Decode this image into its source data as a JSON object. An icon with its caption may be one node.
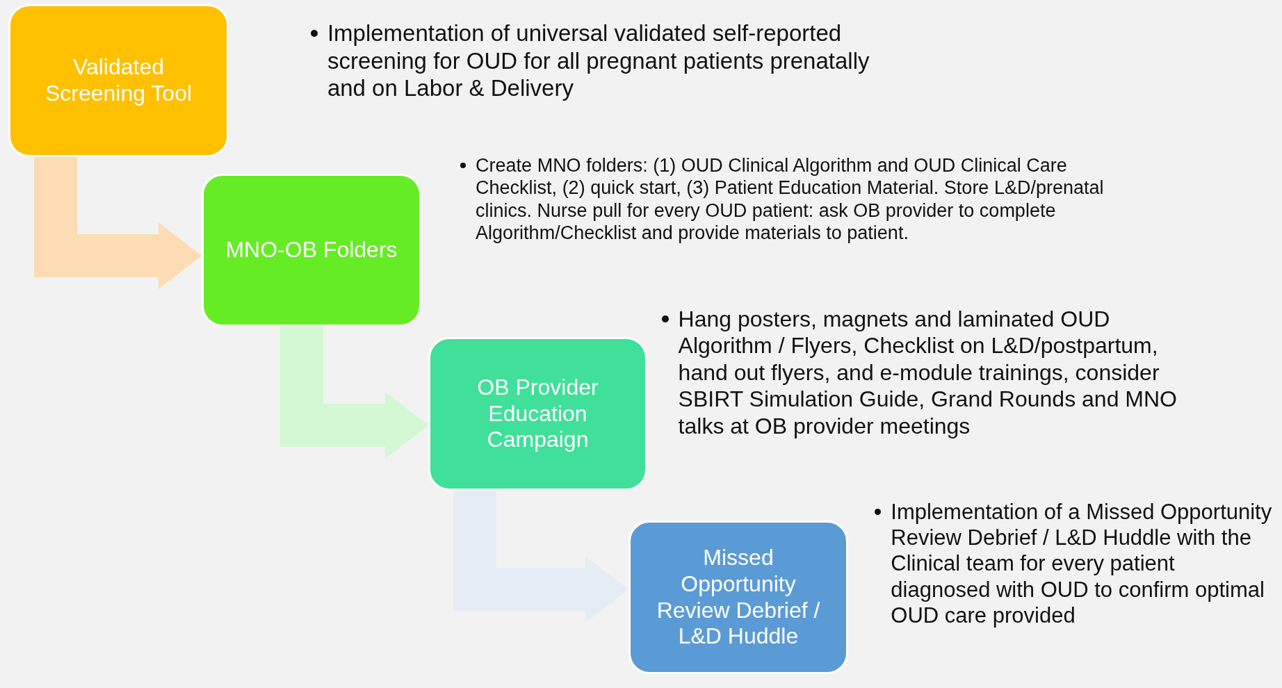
{
  "diagram": {
    "nodes": [
      {
        "text": [
          "Validated Screening Tool"
        ]
      },
      {
        "text": [
          "MNO-OB Folders"
        ]
      },
      {
        "text": [
          "OB Provider Education Campaign"
        ]
      },
      {
        "text": [
          "Missed Opportunity Review Debrief / L&D Huddle"
        ]
      }
    ],
    "edges": [
      {
        "from": 0,
        "to": 1,
        "arrow": "to",
        "color": "#fddcb4"
      },
      {
        "from": 1,
        "to": 2,
        "arrow": "to",
        "color": "#d3f8d3"
      },
      {
        "from": 2,
        "to": 3,
        "arrow": "to",
        "color": "#e6ecf6"
      }
    ],
    "labels": [
      "Implementation of universal validated self-reported screening for OUD for all pregnant patients prenatally and on Labor & Delivery",
      "Create MNO folders:  (1) OUD Clinical Algorithm and OUD Clinical Care Checklist, (2) quick start, (3) Patient Education Material. Store L&D/prenatal clinics. Nurse pull for every OUD patient: ask OB provider to complete Algorithm/Checklist and provide materials to patient.",
      "Hang posters, magnets and laminated OUD Algorithm / Flyers, Checklist on L&D/postpartum, hand out flyers, and e-module trainings, consider SBIRT Simulation Guide, Grand Rounds and MNO talks at OB provider meetings",
      "Implementation of a Missed Opportunity Review Debrief / L&D Huddle with the Clinical team for every patient diagnosed with OUD to confirm optimal OUD care provided"
    ]
  }
}
